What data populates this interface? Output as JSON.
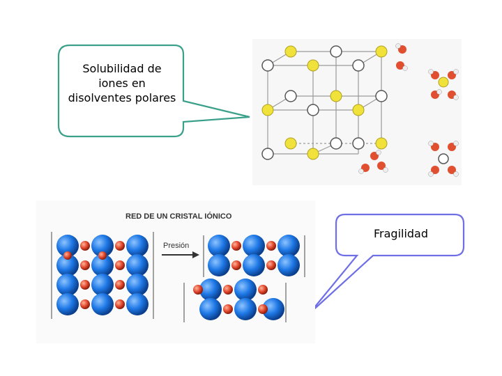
{
  "callouts": {
    "solubility": "Solubilidad de iones en disolventes polares",
    "fragility": "Fragilidad"
  },
  "crystal": {
    "title": "RED DE UN CRISTAL IÓNICO",
    "pressure_label": "Presión"
  },
  "colors": {
    "callout_border_a": "#3aa08a",
    "callout_border_b": "#6e6ee6",
    "anion": "#1e78e6",
    "cation": "#e0452a",
    "lattice_positive": "#ffffff",
    "lattice_negative": "#f0e23a"
  }
}
